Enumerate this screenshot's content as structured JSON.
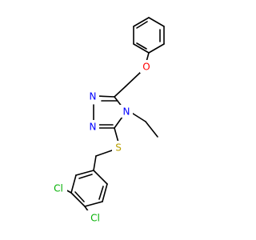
{
  "molecule": {
    "atoms": {
      "o_ether": {
        "symbol": "O",
        "color": "#ff0000"
      },
      "n_ring_upper": {
        "symbol": "N",
        "color": "#0000ff"
      },
      "n_ring_lower": {
        "symbol": "N",
        "color": "#0000ff"
      },
      "n_ethyl": {
        "symbol": "N",
        "color": "#0000ff"
      },
      "s_thioether": {
        "symbol": "S",
        "color": "#b8a000"
      },
      "cl_upper": {
        "symbol": "Cl",
        "color": "#00b000"
      },
      "cl_lower": {
        "symbol": "Cl",
        "color": "#00b000"
      }
    }
  }
}
